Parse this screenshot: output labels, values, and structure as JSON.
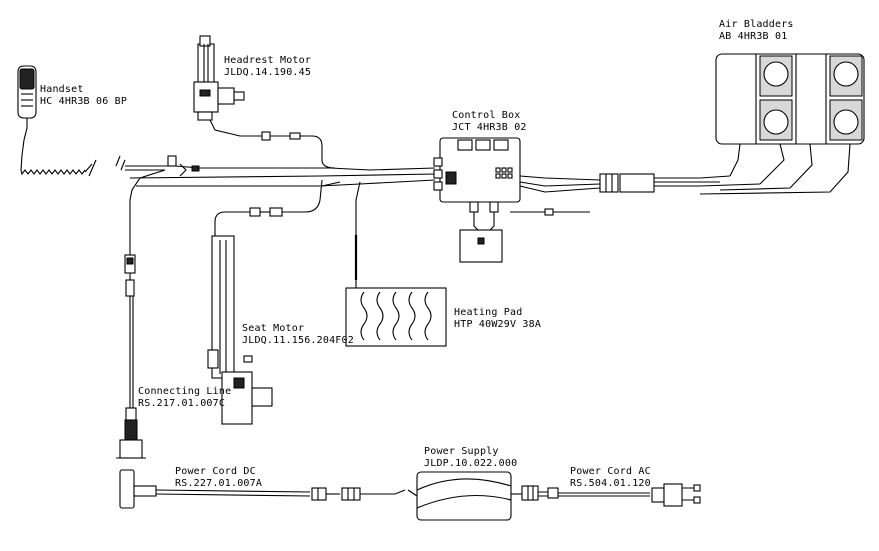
{
  "components": {
    "handset": {
      "name": "Handset",
      "code": "HC 4HR3B 06 BP"
    },
    "headrest_motor": {
      "name": "Headrest Motor",
      "code": "JLDQ.14.190.45"
    },
    "control_box": {
      "name": "Control Box",
      "code": "JCT 4HR3B 02"
    },
    "air_bladders": {
      "name": "Air Bladders",
      "code": "AB 4HR3B 01"
    },
    "heating_pad": {
      "name": "Heating Pad",
      "code": "HTP 40W29V 38A"
    },
    "seat_motor": {
      "name": "Seat Motor",
      "code": "JLDQ.11.156.204F02"
    },
    "connecting_line": {
      "name": "Connecting Line",
      "code": "RS.217.01.007C"
    },
    "power_supply": {
      "name": "Power Supply",
      "code": "JLDP.10.022.000"
    },
    "power_cord_dc": {
      "name": "Power Cord DC",
      "code": "RS.227.01.007A"
    },
    "power_cord_ac": {
      "name": "Power Cord AC",
      "code": "RS.504.01.120"
    }
  }
}
